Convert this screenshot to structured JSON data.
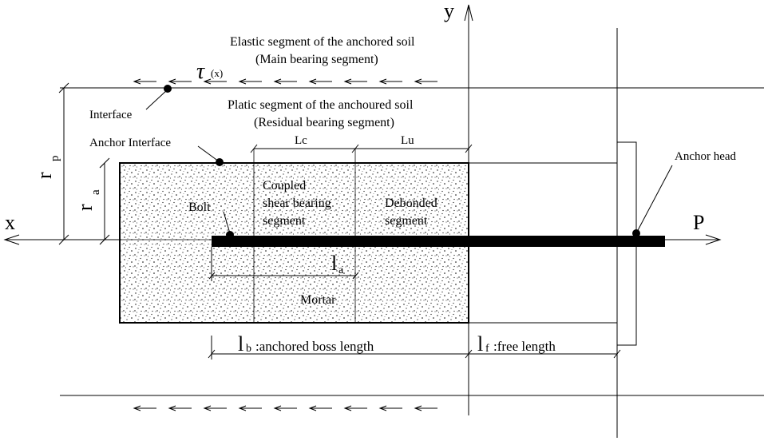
{
  "axes": {
    "x": "x",
    "y": "y",
    "load": "P"
  },
  "labels": {
    "elastic_line1": "Elastic segment of the anchored soil",
    "elastic_line2": "(Main bearing segment)",
    "plastic_line1": "Platic segment of the anchoured soil",
    "plastic_line2": "(Residual bearing segment)",
    "tau": "τ",
    "tau_arg": "(x)",
    "interface": "Interface",
    "anchor_interface": "Anchor Interface",
    "anchor_head": "Anchor head",
    "bolt": "Bolt",
    "mortar": "Mortar",
    "coupled1": "Coupled",
    "coupled2": "shear bearing",
    "coupled3": "segment",
    "debonded1": "Debonded",
    "debonded2": "segment",
    "lc": "Lc",
    "lu": "Lu",
    "rp_main": "r",
    "rp_sub": "p",
    "ra_main": "r",
    "ra_sub": "a",
    "la_main": "l",
    "la_sub": "a",
    "lb_main": "l",
    "lb_sub": "b",
    "lb_text": ":anchored boss length",
    "lf_main": "l",
    "lf_sub": "f",
    "lf_text": ":free length"
  },
  "colors": {
    "ink": "#000000",
    "mortar_fill": "#ffffff"
  }
}
